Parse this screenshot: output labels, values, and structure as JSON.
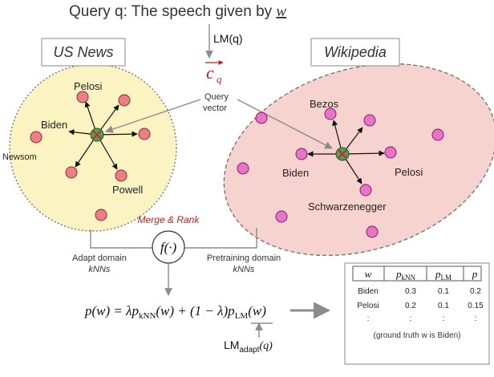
{
  "query": {
    "text": "Query q: The speech given by ",
    "blank": "w",
    "lm_label": "LM(q)",
    "vector_symbol": "c",
    "vector_sub": "q",
    "vector_caption": [
      "Query",
      "vector"
    ]
  },
  "us_news": {
    "label": "US News",
    "names": {
      "pelosi": "Pelosi",
      "biden": "Biden",
      "newsom": "Newsom",
      "powell": "Powell"
    }
  },
  "wikipedia": {
    "label": "Wikipedia",
    "names": {
      "bezos": "Bezos",
      "biden": "Biden",
      "pelosi": "Pelosi",
      "schwarzenegger": "Schwarzenegger"
    }
  },
  "merge": {
    "label": "Merge & Rank",
    "function": "f(·)",
    "adapt_label": [
      "Adapt domain",
      "kNNs"
    ],
    "pretrain_label": [
      "Pretraining domain",
      "kNNs"
    ]
  },
  "formula": {
    "p_w": "p(w) = λp",
    "knn_sub": "kNN",
    "mid": "(w) + (1 − λ)p",
    "lm_sub": "LM",
    "end": "(w)",
    "lm_adapt": "LM",
    "adapt_sub": "adapt",
    "adapt_tail": "(q)"
  },
  "table": {
    "headers": [
      "w",
      "p",
      "p",
      "p"
    ],
    "header_subs": [
      "",
      "kNN",
      "LM",
      ""
    ],
    "rows": [
      [
        "Biden",
        "0.3",
        "0.1",
        "0.2"
      ],
      [
        "Pelosi",
        "0.2",
        "0.1",
        "0.15"
      ],
      [
        ":",
        ":",
        ":",
        ":"
      ]
    ],
    "caption": "(ground truth w is Biden)"
  },
  "colors": {
    "us_fill": "#fbf3c2",
    "wiki_fill": "#f7d3cf",
    "us_dot": "#ec7f86",
    "wiki_dot": "#e874c8",
    "merge_text": "#b3231d",
    "vector": "#b3231d"
  }
}
